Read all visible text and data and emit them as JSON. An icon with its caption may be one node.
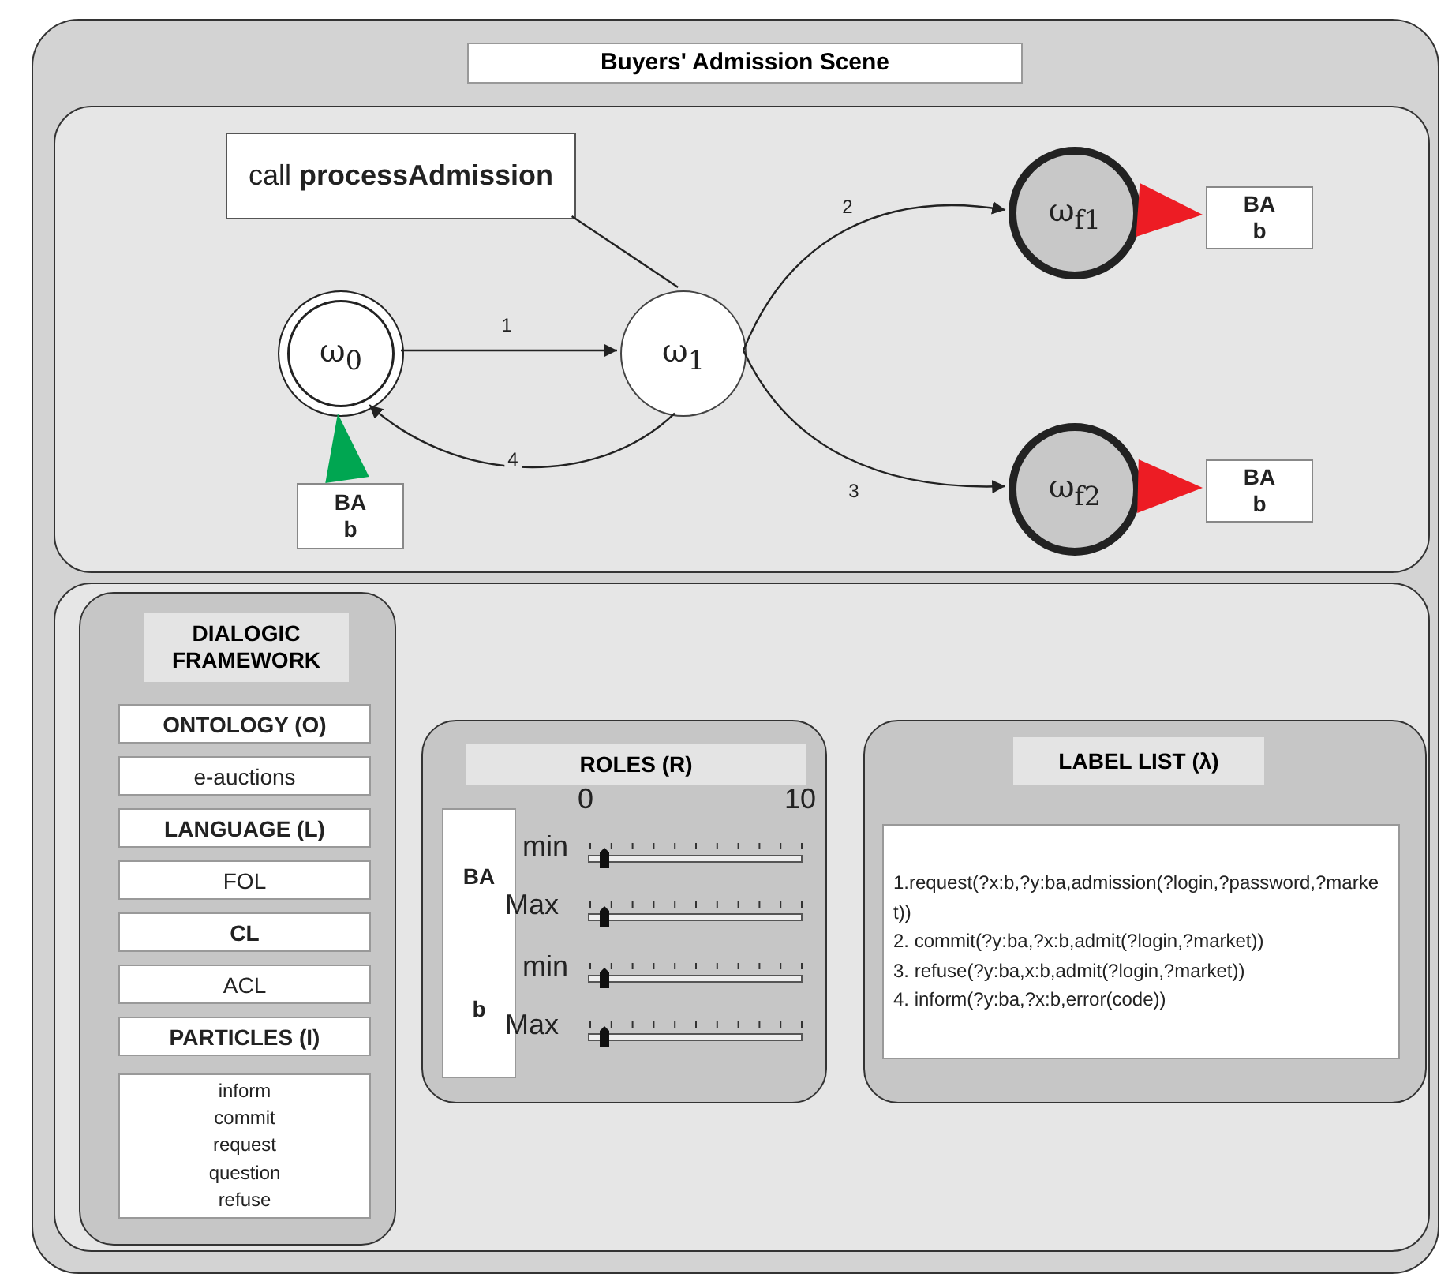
{
  "diagram": {
    "nodes": [
      {
        "text": [
          "Buyers' Admission Scene"
        ]
      },
      {
        "text": [],
        "shape": "box",
        "in": 0
      },
      {
        "text": [
          "call **processAdmission**"
        ],
        "in": 1
      },
      {
        "text": [
          "ω$_{0}$"
        ],
        "in": 1
      },
      {
        "text": [
          "ω$_{1}$"
        ],
        "in": 1
      },
      {
        "text": [
          "ω$_{f1}$"
        ],
        "in": 1
      },
      {
        "text": [
          "ω$_{f2}$"
        ],
        "in": 1
      },
      {
        "text": [
          "BA",
          "b"
        ],
        "in": 1
      },
      {
        "text": [
          "BA",
          "b"
        ],
        "in": 1
      },
      {
        "text": [
          "BA",
          "b"
        ],
        "in": 1
      },
      {
        "text": [],
        "shape": "box",
        "in": 0
      },
      {
        "text": [
          "DIALOGIC FRAMEWORK"
        ],
        "in": 10
      },
      {
        "text": [
          "ONTOLOGY (O)"
        ],
        "in": 11
      },
      {
        "text": [
          "e-auctions"
        ],
        "in": 11
      },
      {
        "text": [
          "LANGUAGE (L)"
        ],
        "in": 11
      },
      {
        "text": [
          "FOL"
        ],
        "in": 11
      },
      {
        "text": [
          "CL"
        ],
        "in": 11
      },
      {
        "text": [
          "ACL"
        ],
        "in": 11
      },
      {
        "text": [
          "PARTICLES (I)"
        ],
        "in": 11
      },
      {
        "text": [
          "inform",
          "commit",
          "request",
          "question",
          "refuse"
        ],
        "in": 11
      },
      {
        "text": [
          "ROLES (R)"
        ],
        "in": 10
      },
      {
        "text": [
          "BA",
          "b"
        ],
        "in": 20
      },
      {
        "text": [
          "LABEL LIST (λ)"
        ],
        "in": 10
      },
      {
        "text": [
          "1.request(?x:b,?y:ba,admission(?login,?password,?market))",
          "2. commit(?y:ba,?x:b,admit(?login,?market))",
          "3. refuse(?y:ba,x:b,admit(?login,?market))",
          "4. inform(?y:ba,?x:b,error(code))"
        ],
        "in": 22
      }
    ],
    "edges": [
      {
        "from": 3,
        "to": 4,
        "arrow": "to",
        "label": "1"
      },
      {
        "from": 4,
        "to": 5,
        "arrow": "to",
        "label": "2"
      },
      {
        "from": 4,
        "to": 6,
        "arrow": "to",
        "label": "3"
      },
      {
        "from": 4,
        "to": 3,
        "arrow": "to",
        "label": "4"
      },
      {
        "from": 2,
        "to": 4,
        "arrow": "none"
      },
      {
        "from": 7,
        "to": 3,
        "arrow": "to",
        "style": "thick",
        "color": "#00a651"
      },
      {
        "from": 5,
        "to": 8,
        "arrow": "to",
        "style": "thick",
        "color": "#ed1c24"
      },
      {
        "from": 6,
        "to": 9,
        "arrow": "to",
        "style": "thick",
        "color": "#ed1c24"
      }
    ],
    "labels": [
      "0",
      "10",
      "min",
      "Max",
      "min",
      "Max"
    ]
  }
}
